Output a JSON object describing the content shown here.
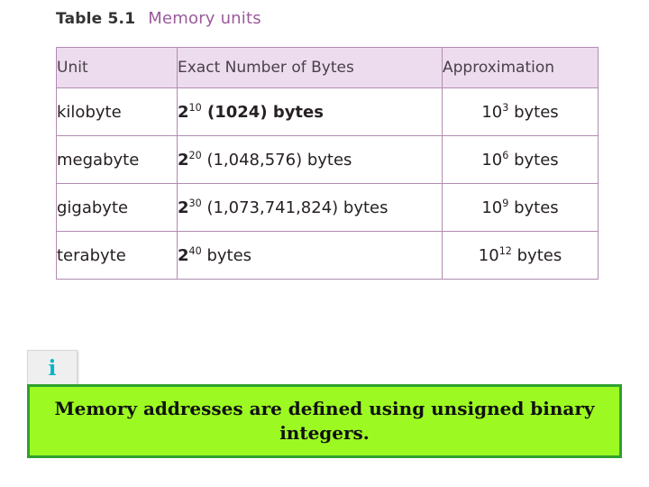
{
  "caption": {
    "label": "Table 5.1",
    "title": "Memory units"
  },
  "table": {
    "headers": [
      "Unit",
      "Exact Number of Bytes",
      "Approximation"
    ],
    "rows": [
      {
        "unit": "kilobyte",
        "exact_base": "2",
        "exact_exp": "10",
        "exact_rest": " (1024) bytes",
        "approx_base": "10",
        "approx_exp": "3",
        "approx_rest": " bytes"
      },
      {
        "unit": "megabyte",
        "exact_base": "2",
        "exact_exp": "20",
        "exact_rest": " (1,048,576) bytes",
        "approx_base": "10",
        "approx_exp": "6",
        "approx_rest": " bytes"
      },
      {
        "unit": "gigabyte",
        "exact_base": "2",
        "exact_exp": "30",
        "exact_rest": " (1,073,741,824) bytes",
        "approx_base": "10",
        "approx_exp": "9",
        "approx_rest": " bytes"
      },
      {
        "unit": "terabyte",
        "exact_base": "2",
        "exact_exp": "40",
        "exact_rest": " bytes",
        "approx_base": "10",
        "approx_exp": "12",
        "approx_rest": " bytes"
      }
    ]
  },
  "info_marker": {
    "glyph": "i"
  },
  "callout": {
    "text": "Memory addresses are defined using unsigned binary integers."
  },
  "colors": {
    "header_fill": "#eddcee",
    "table_border": "#b08cb0",
    "caption_title": "#9a5b9a",
    "callout_fill": "#9cfa22",
    "callout_border": "#2fa12f",
    "info_glyph": "#00b5c8"
  }
}
